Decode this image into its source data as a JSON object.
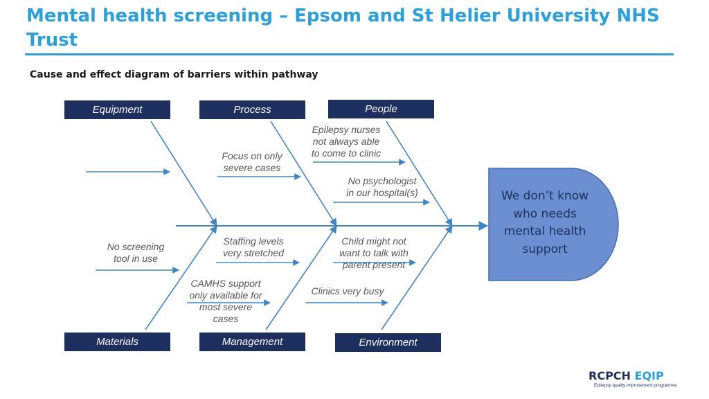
{
  "header": {
    "title": "Mental health screening – Epsom and St Helier University NHS Trust",
    "subtitle": "Cause and effect diagram of barriers within pathway"
  },
  "diagram": {
    "categories": {
      "equipment": "Equipment",
      "process": "Process",
      "people": "People",
      "materials": "Materials",
      "management": "Management",
      "environment": "Environment"
    },
    "causes": {
      "epilepsy_nurses": "Epilepsy nurses\nnot always able\nto come to clinic",
      "focus_severe": "Focus on only\nsevere cases",
      "no_psychologist": "No psychologist\nin our hospital(s)",
      "no_screening_tool": "No screening\ntool in use",
      "staffing_levels": "Staffing levels\nvery stretched",
      "child_talk": "Child might not\nwant to talk with\nparent present",
      "camhs_support": "CAMHS support\nonly available for\nmost severe\ncases",
      "clinics_busy": "Clinics very busy"
    },
    "problem": "We don’t know\nwho needs\nmental health\nsupport"
  },
  "colors": {
    "title": "#2aa0df",
    "category_box": "#1d2f5f",
    "problem_fill": "#6b8fd0",
    "line": "#3f85c8"
  },
  "logo": {
    "main_a": "RCPCH",
    "main_b": " EQIP",
    "sub": "Epilepsy quality improvement programme"
  }
}
